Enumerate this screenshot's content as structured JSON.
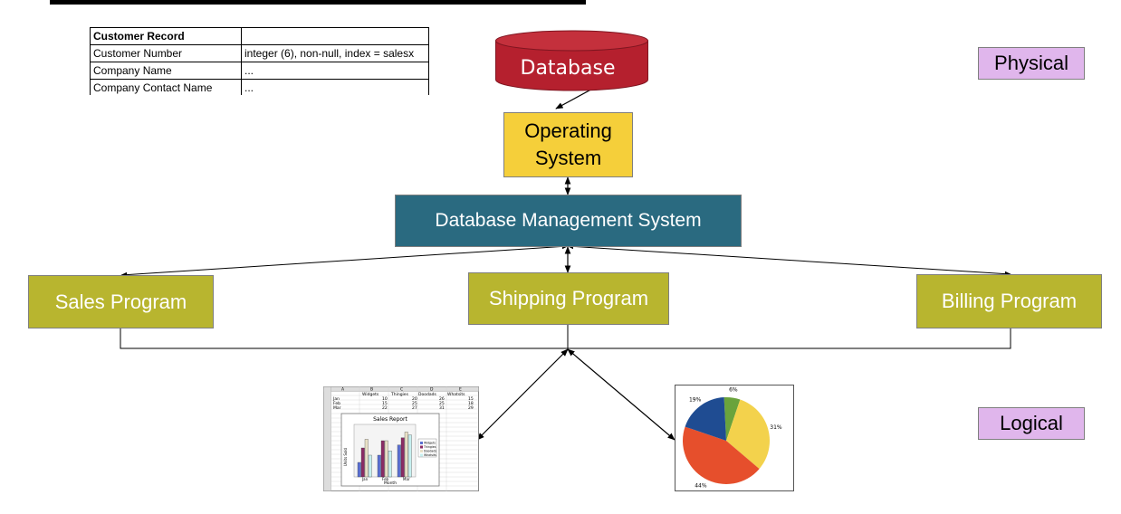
{
  "record_table": {
    "title": "Customer Record",
    "rows": [
      {
        "field": "Customer Number",
        "spec": "integer (6), non-null, index = salesx"
      },
      {
        "field": "Company Name",
        "spec": "..."
      },
      {
        "field": "Company Contact Name",
        "spec": "..."
      }
    ]
  },
  "nodes": {
    "database": "Database",
    "operating_system_line1": "Operating",
    "operating_system_line2": "System",
    "dbms": "Database Management System",
    "sales": "Sales Program",
    "shipping": "Shipping Program",
    "billing": "Billing Program"
  },
  "tags": {
    "physical": "Physical",
    "logical": "Logical"
  },
  "colors": {
    "database": "#b5202e",
    "operating_system": "#f5cf3a",
    "dbms": "#2a6a80",
    "program": "#b8b52f",
    "tag": "#e0b6ec"
  },
  "spreadsheet": {
    "title": "Sales Report",
    "columns": [
      "A",
      "B",
      "C",
      "D",
      "E"
    ],
    "headers": [
      "Widgets",
      "Thingies",
      "Doodads",
      "Whatsits"
    ],
    "rows": [
      {
        "label": "Jan",
        "values": [
          "10",
          "20",
          "26",
          "15"
        ]
      },
      {
        "label": "Feb",
        "values": [
          "15",
          "25",
          "25",
          "18"
        ]
      },
      {
        "label": "Mar",
        "values": [
          "22",
          "27",
          "31",
          "29"
        ]
      }
    ],
    "xlabel": "Month",
    "ylabel": "Units Sold",
    "months": [
      "Jan",
      "Feb",
      "Mar"
    ],
    "series": [
      "Widgets",
      "Thingies",
      "Doodads",
      "Whatsits"
    ]
  },
  "chart_data": {
    "type": "pie",
    "values": [
      6,
      31,
      44,
      19
    ],
    "labels": [
      "6%",
      "31%",
      "44%",
      "19%"
    ],
    "colors": [
      "#6aa33c",
      "#f3d24c",
      "#e64f2c",
      "#1f4c92"
    ]
  }
}
